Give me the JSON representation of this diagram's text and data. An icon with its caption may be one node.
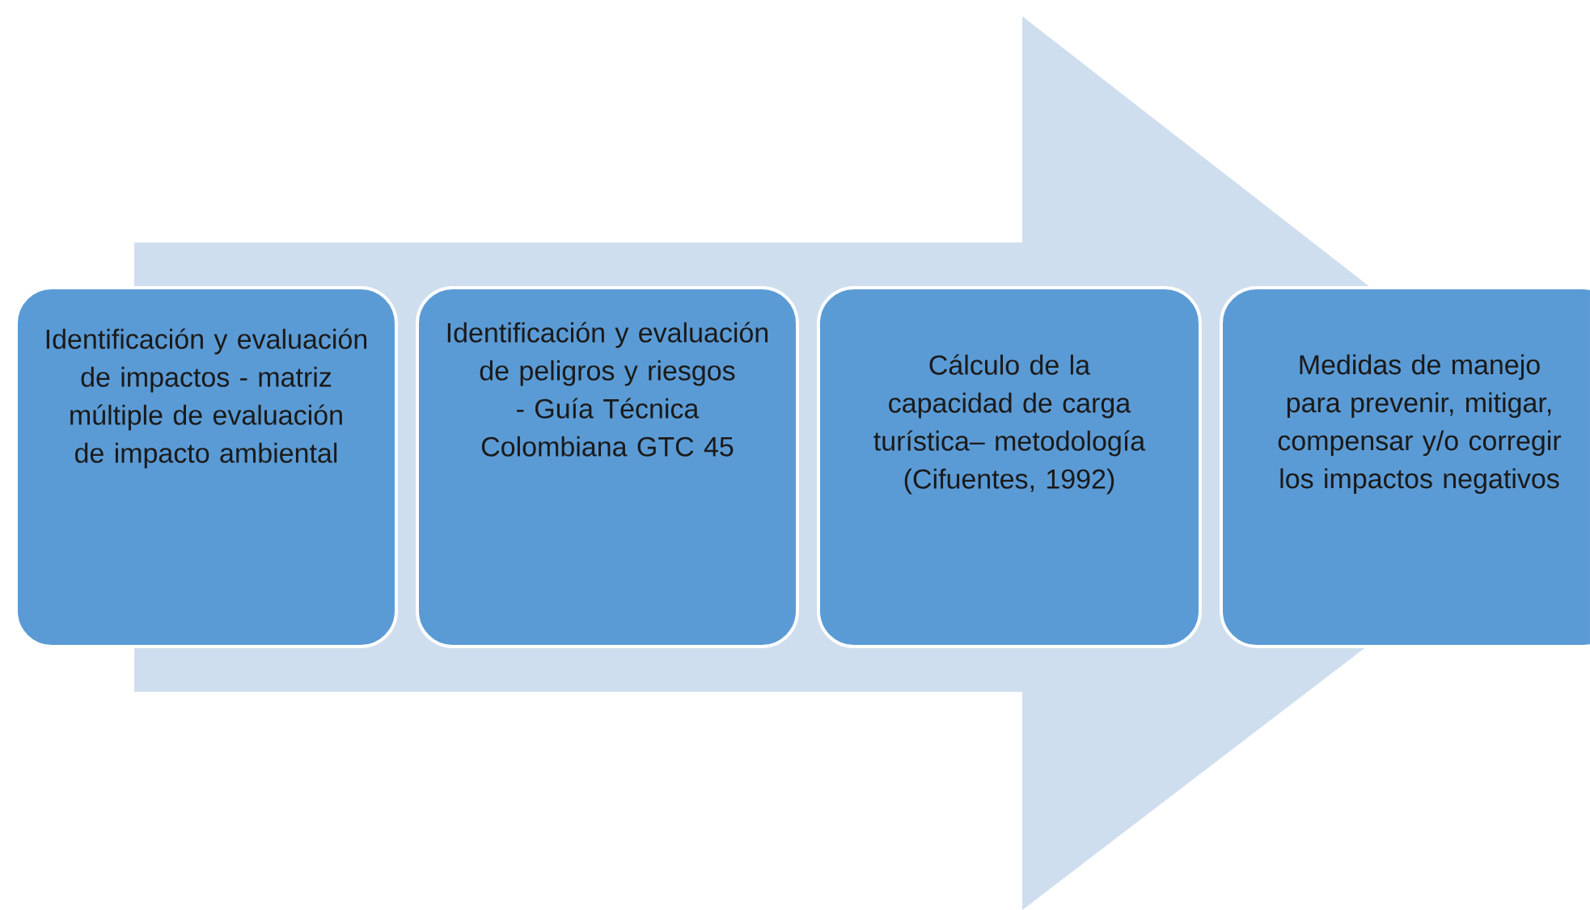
{
  "diagram": {
    "nodes": [
      {
        "text": [
          "Identificación y evaluación de impactos - matriz múltiple de evaluación de impacto ambiental"
        ]
      },
      {
        "text": [
          "Identificación y evaluación de peligros y riesgos - Guía Técnica Colombiana GTC 45"
        ]
      },
      {
        "text": [
          "Cálculo de la capacidad de carga turística– metodología (Cifuentes, 1992)"
        ]
      },
      {
        "text": [
          "Medidas de manejo para prevenir, mitigar, compensar y/o corregir los impactos negativos"
        ]
      }
    ],
    "edges": [
      {
        "from": 0,
        "to": 3,
        "arrow": "to"
      }
    ]
  }
}
